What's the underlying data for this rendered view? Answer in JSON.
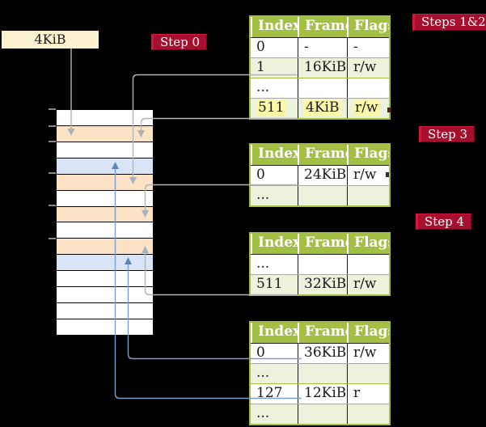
{
  "page_size_box": {
    "label": "4KiB"
  },
  "badges": {
    "step0": "Step 0",
    "steps12": "Steps 1&2",
    "step3": "Step 3",
    "step4": "Step 4"
  },
  "memory": {
    "rows": [
      "white",
      "peach",
      "white",
      "blue",
      "peach",
      "white",
      "peach",
      "white",
      "peach",
      "blue",
      "white",
      "white",
      "white",
      "white"
    ],
    "tick_count": 6
  },
  "tables": {
    "columns": [
      "Index",
      "Frame",
      "Flags"
    ],
    "t1": {
      "rows": [
        {
          "cells": [
            "0",
            "-",
            "-"
          ],
          "shade": false
        },
        {
          "cells": [
            "1",
            "16KiB",
            "r/w"
          ],
          "shade": true
        },
        {
          "cells": [
            "...",
            "",
            ""
          ],
          "shade": false
        },
        {
          "cells": [
            "511",
            "4KiB",
            "r/w"
          ],
          "shade": true,
          "highlight": true
        }
      ]
    },
    "t2": {
      "rows": [
        {
          "cells": [
            "0",
            "24KiB",
            "r/w"
          ],
          "shade": false
        },
        {
          "cells": [
            "...",
            "",
            ""
          ],
          "shade": true
        }
      ]
    },
    "t3": {
      "rows": [
        {
          "cells": [
            "...",
            "",
            ""
          ],
          "shade": false
        },
        {
          "cells": [
            "511",
            "32KiB",
            "r/w"
          ],
          "shade": true
        }
      ]
    },
    "t4": {
      "rows": [
        {
          "cells": [
            "0",
            "36KiB",
            "r/w"
          ],
          "shade": false
        },
        {
          "cells": [
            "...",
            "",
            ""
          ],
          "shade": true
        },
        {
          "cells": [
            "127",
            "12KiB",
            "r"
          ],
          "shade": false
        },
        {
          "cells": [
            "...",
            "",
            ""
          ],
          "shade": true
        }
      ]
    }
  },
  "colors": {
    "badge_crimson": "#a60f2d",
    "table_header_green": "#a3c045",
    "table_row_green": "#edf2dc",
    "memory_peach": "#fce3c5",
    "memory_blue": "#d9e5f6",
    "box_cream": "#fbf0cf",
    "highlight_yellow": "#fdf8a8",
    "connector_gray": "#b4b4b4",
    "connector_blue": "#7d9dc9"
  }
}
